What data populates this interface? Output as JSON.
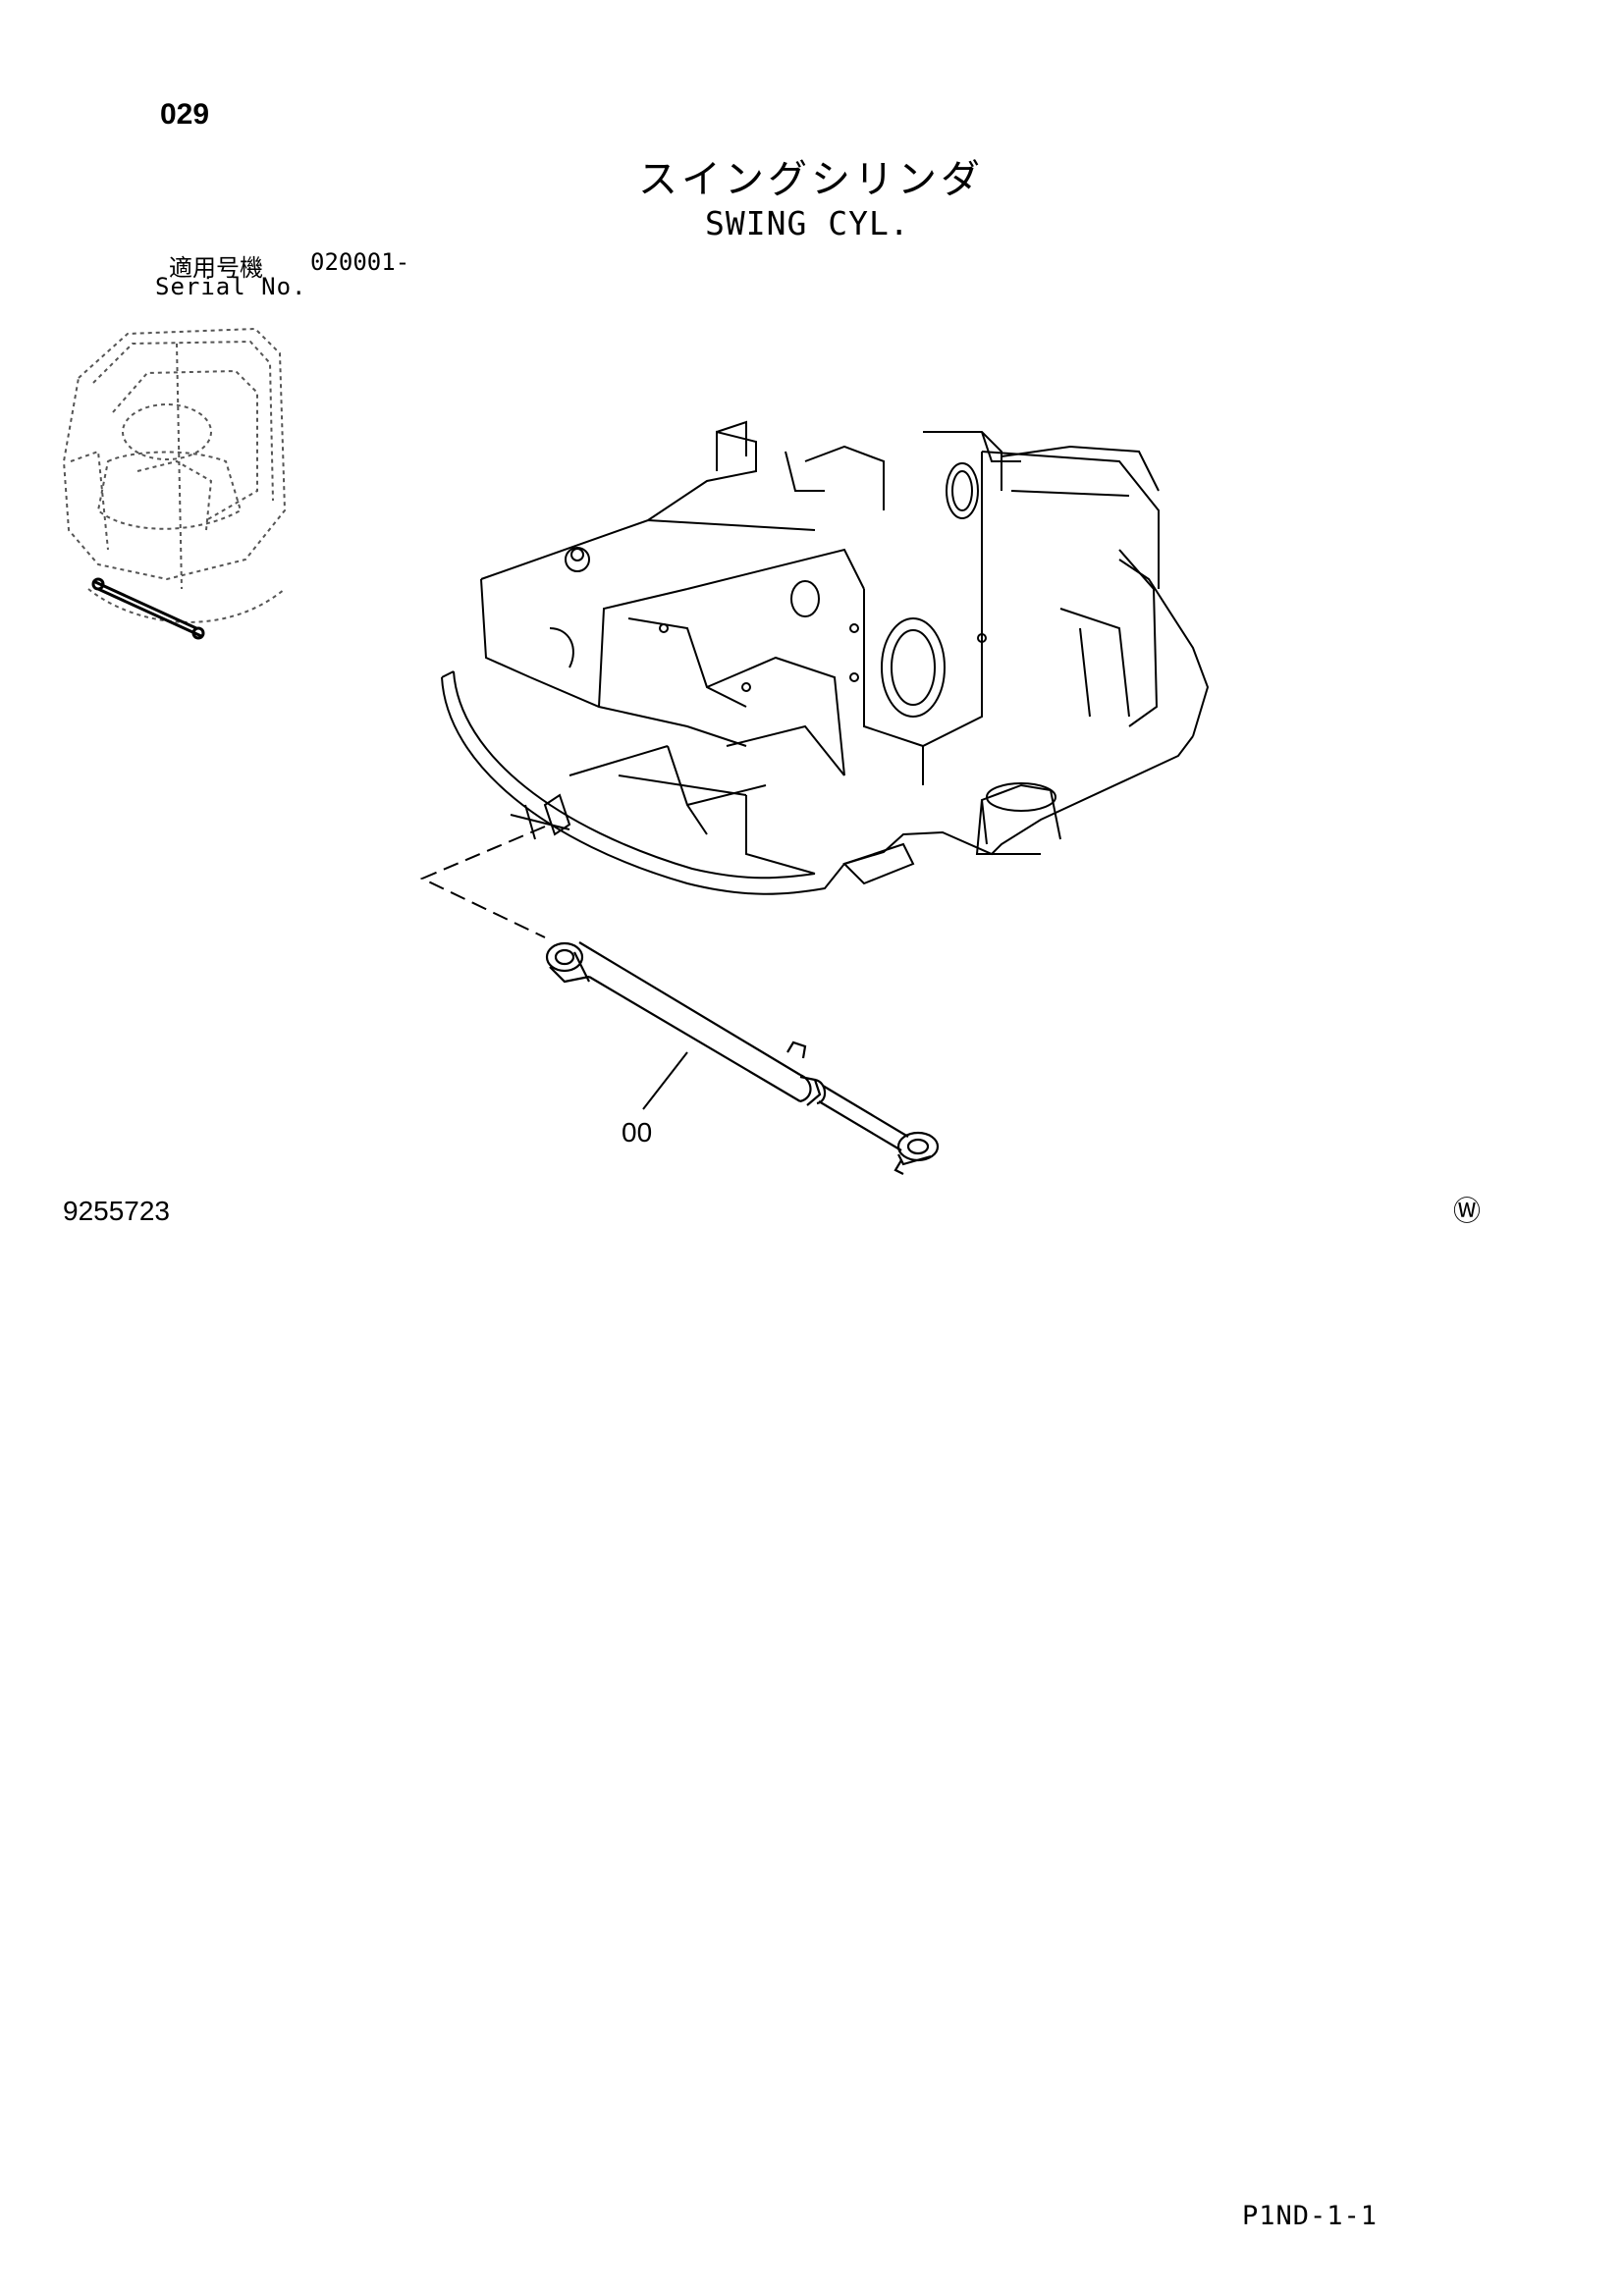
{
  "header": {
    "page_number": "029",
    "title_jp": "スイングシリンダ",
    "title_en": "SWING CYL."
  },
  "serial": {
    "label_jp": "適用号機",
    "label_en": "Serial No.",
    "value": "020001-"
  },
  "diagram": {
    "callout_label": "00"
  },
  "footer": {
    "document_number": "9255723",
    "mark": "Ⓦ",
    "page_code": "P1ND-1-1"
  }
}
